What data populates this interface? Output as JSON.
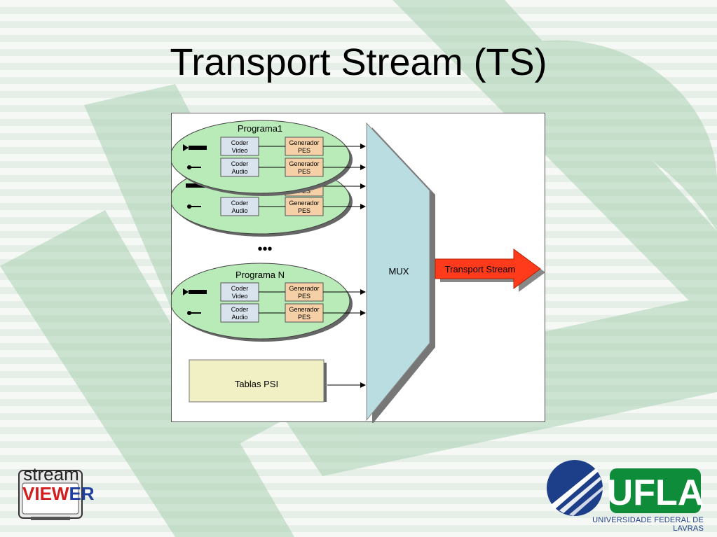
{
  "title": "Transport Stream (TS)",
  "diagram": {
    "programs": [
      {
        "label": "Programa1",
        "coder_video": [
          "Coder",
          "Video"
        ],
        "coder_audio": [
          "Coder",
          "Audio"
        ],
        "pes_video": [
          "Generador",
          "PES"
        ],
        "pes_audio": [
          "Generador",
          "PES"
        ]
      },
      {
        "label": "",
        "coder_audio": [
          "Coder",
          "Audio"
        ],
        "pes_video_partial": "PES",
        "pes_audio": [
          "Generador",
          "PES"
        ]
      },
      {
        "label": "Programa N",
        "coder_video": [
          "Coder",
          "Video"
        ],
        "coder_audio": [
          "Coder",
          "Audio"
        ],
        "pes_video": [
          "Generador",
          "PES"
        ],
        "pes_audio": [
          "Generador",
          "PES"
        ]
      }
    ],
    "ellipsis": "•••",
    "psi_label": "Tablas PSI",
    "mux_label": "MUX",
    "output_label": "Transport Stream",
    "colors": {
      "program_fill": "#b9ebb9",
      "coder_fill": "#d9e3ee",
      "pes_fill": "#f5cfa6",
      "mux_fill": "#b9dde0",
      "psi_fill": "#f0f0c4",
      "output_fill": "#ff3b1b"
    }
  },
  "logos": {
    "left_top": "stream",
    "left_bottom_red": "VIEW",
    "left_bottom_blue": "ER",
    "right_mark": "UFLA",
    "right_caption": "UNIVERSIDADE FEDERAL DE LAVRAS"
  }
}
